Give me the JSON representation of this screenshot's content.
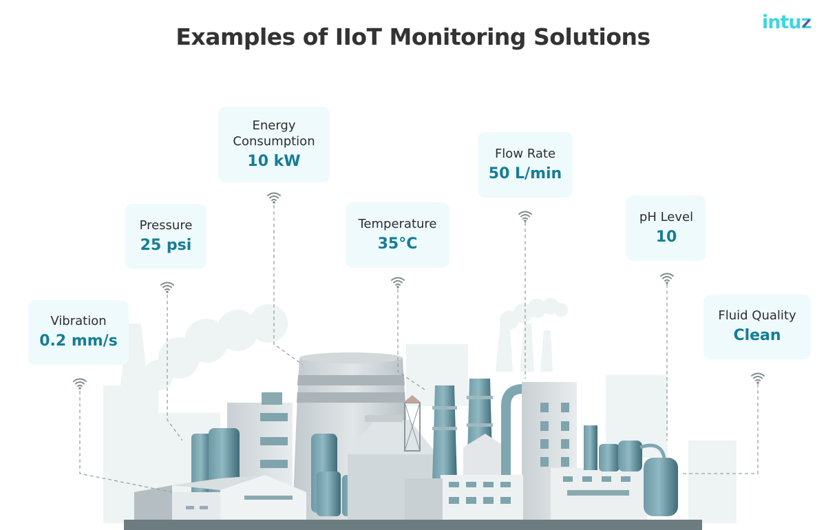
{
  "header": {
    "title": "Examples of IIoT Monitoring Solutions",
    "logo_text": "intuz"
  },
  "colors": {
    "title": "#333333",
    "value_accent": "#147e95",
    "card_bg": "#effafd",
    "logo": "#3dd6e0",
    "logo_accent": "#7b3fa0",
    "connector": "#999999",
    "wifi_icon": "#7f8c8d"
  },
  "metrics": [
    {
      "label": "Vibration",
      "value": "0.2 mm/s",
      "icon": "wifi-signal-icon"
    },
    {
      "label": "Pressure",
      "value": "25 psi",
      "icon": "wifi-signal-icon"
    },
    {
      "label_line1": "Energy",
      "label_line2": "Consumption",
      "value": "10 kW",
      "icon": "wifi-signal-icon"
    },
    {
      "label": "Temperature",
      "value": "35°C",
      "icon": "wifi-signal-icon"
    },
    {
      "label": "Flow Rate",
      "value": "50 L/min",
      "icon": "wifi-signal-icon"
    },
    {
      "label": "pH Level",
      "value": "10",
      "icon": "wifi-signal-icon"
    },
    {
      "label": "Fluid Quality",
      "value": "Clean",
      "icon": "wifi-signal-icon"
    }
  ],
  "illustration": {
    "subject": "industrial-plant-illustration"
  }
}
